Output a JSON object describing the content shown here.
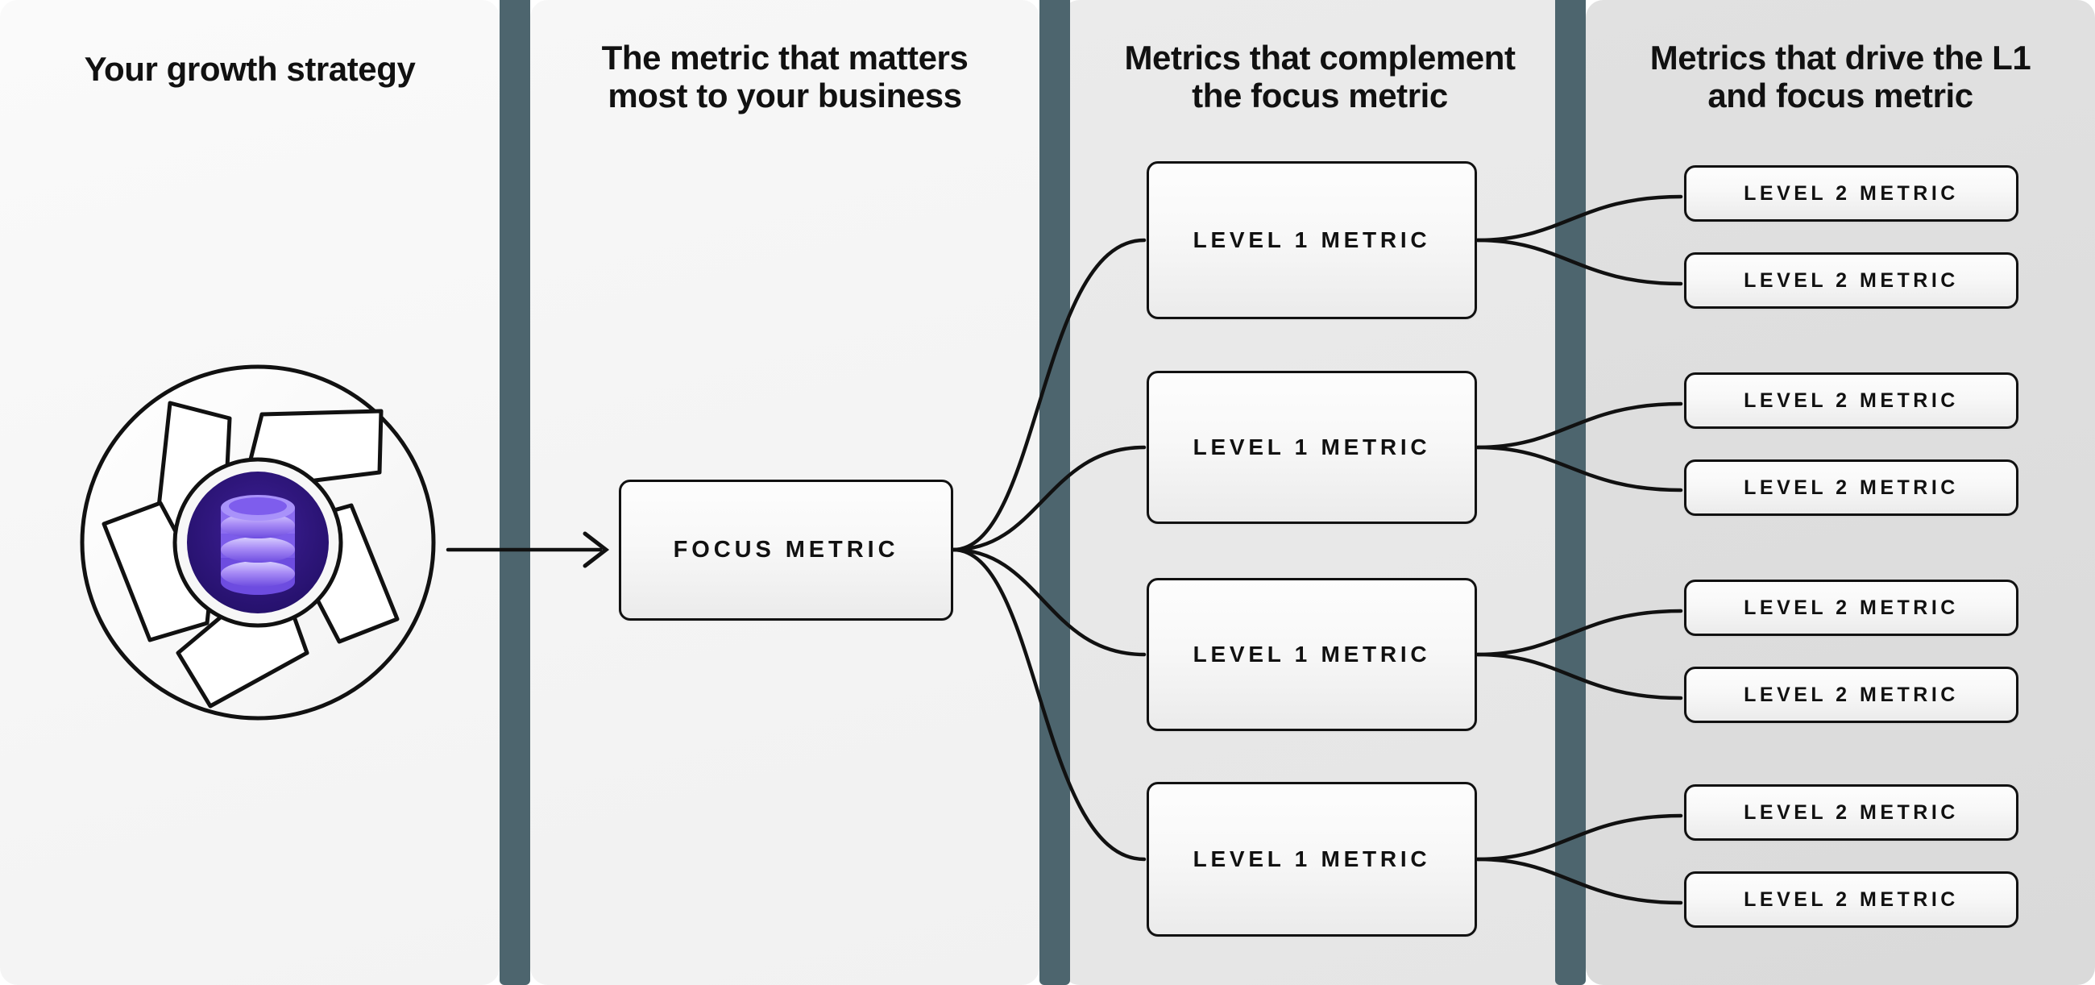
{
  "diagram": {
    "title": "Growth strategy metric tree",
    "columns": [
      {
        "key": "strategy",
        "heading": "Your growth strategy"
      },
      {
        "key": "focus",
        "heading": "The metric that matters\nmost to your business"
      },
      {
        "key": "level1",
        "heading": "Metrics that complement\nthe focus metric"
      },
      {
        "key": "level2",
        "heading": "Metrics that drive the L1\nand focus metric"
      }
    ],
    "emblem": {
      "name": "growth-strategy-emblem",
      "inner_icon": "database-icon",
      "outer_shape": "pinwheel-circle",
      "colors": {
        "core_outer": "#2b1470",
        "core_inner": "#3b1f8f",
        "disk_light": "#c9bdfb",
        "disk_mid": "#8b6cf0",
        "disk_dark": "#6d4ce0",
        "stroke": "#111111",
        "petal_fill": "#fbfbfb"
      }
    },
    "focus_metric": {
      "label": "FOCUS METRIC"
    },
    "level1_metrics": [
      {
        "label": "LEVEL 1 METRIC"
      },
      {
        "label": "LEVEL 1 METRIC"
      },
      {
        "label": "LEVEL 1 METRIC"
      },
      {
        "label": "LEVEL 1 METRIC"
      }
    ],
    "level2_metrics": [
      {
        "label": "LEVEL 2 METRIC"
      },
      {
        "label": "LEVEL 2 METRIC"
      },
      {
        "label": "LEVEL 2 METRIC"
      },
      {
        "label": "LEVEL 2 METRIC"
      },
      {
        "label": "LEVEL 2 METRIC"
      },
      {
        "label": "LEVEL 2 METRIC"
      },
      {
        "label": "LEVEL 2 METRIC"
      },
      {
        "label": "LEVEL 2 METRIC"
      }
    ],
    "palette": {
      "separator": "#4d656e",
      "panel_1": "#f7f7f7",
      "panel_2": "#f4f4f4",
      "panel_3": "#e8e8e8",
      "panel_4": "#dedede",
      "stroke": "#111111",
      "text": "#111111"
    }
  }
}
